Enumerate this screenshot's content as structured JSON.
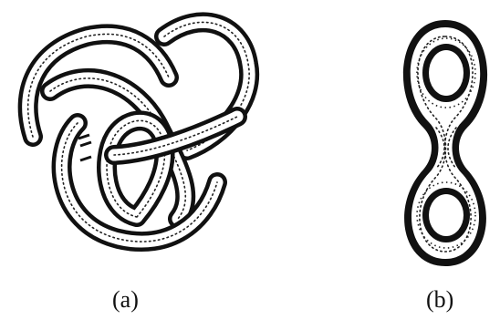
{
  "figure": {
    "panels": [
      {
        "id": "a",
        "label": "(a)",
        "subject": "knotted-surface"
      },
      {
        "id": "b",
        "label": "(b)",
        "subject": "double-torus"
      }
    ],
    "colors": {
      "stroke": "#111111",
      "fill": "#ffffff",
      "hatch": "#222222"
    }
  }
}
